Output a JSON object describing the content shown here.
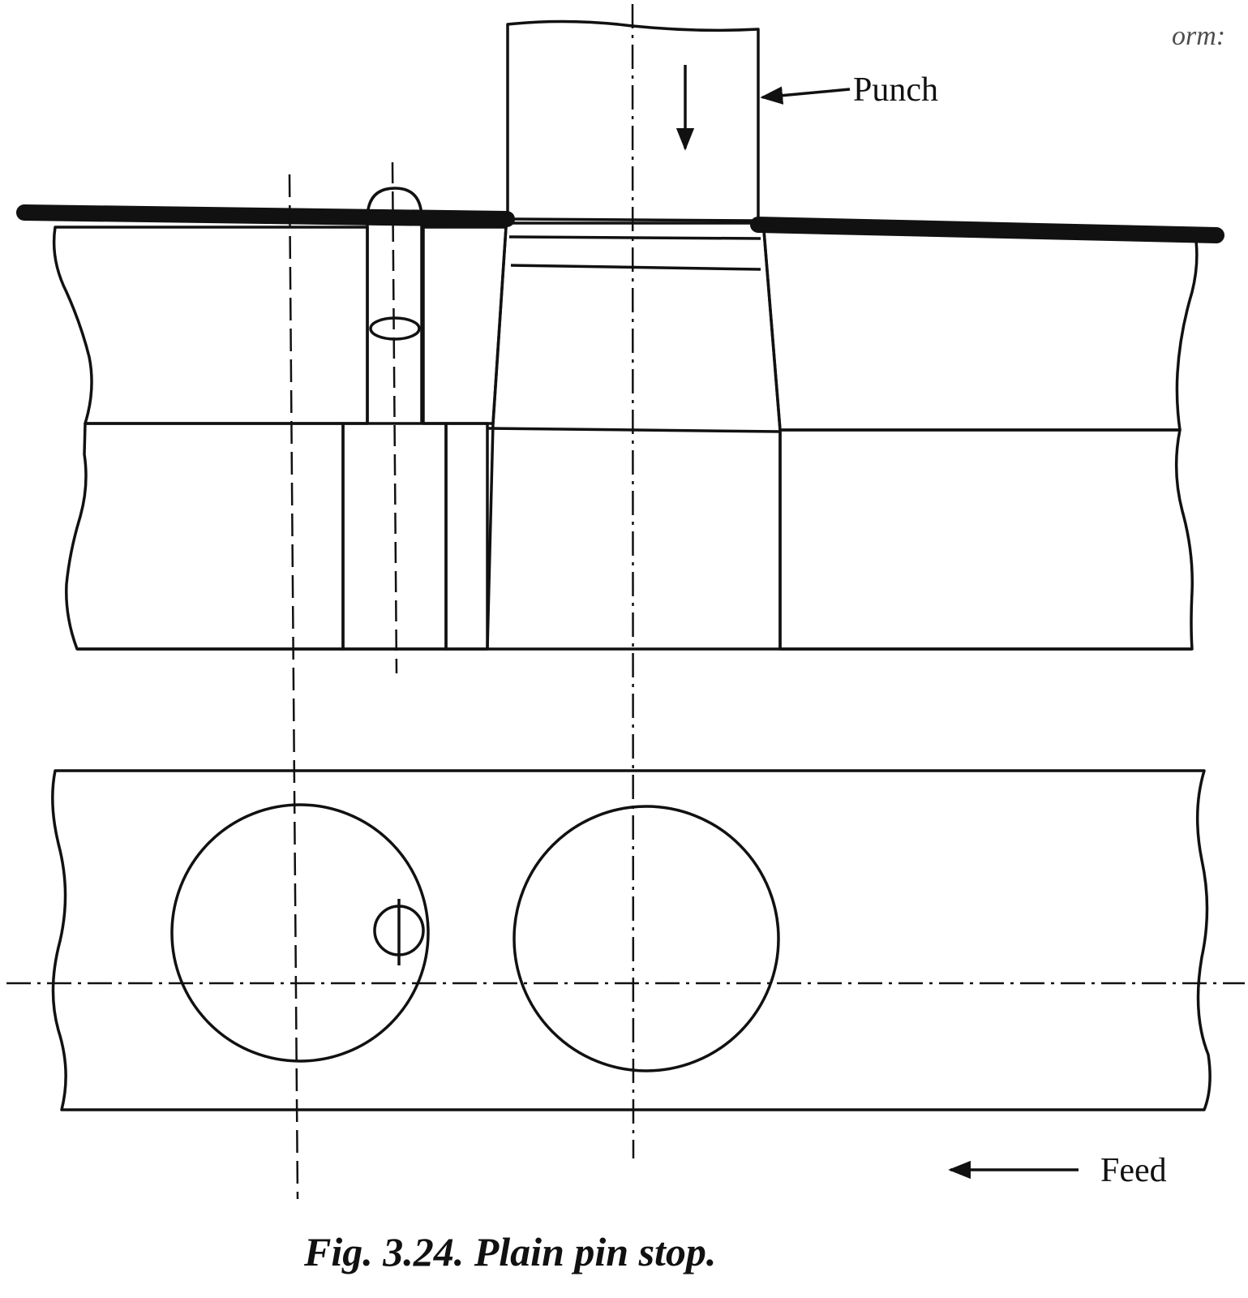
{
  "labels": {
    "punch": "Punch",
    "feed": "Feed",
    "corner": "orm:"
  },
  "caption": "Fig. 3.24. Plain pin stop.",
  "colors": {
    "ink": "#111111",
    "paper": "#ffffff"
  }
}
